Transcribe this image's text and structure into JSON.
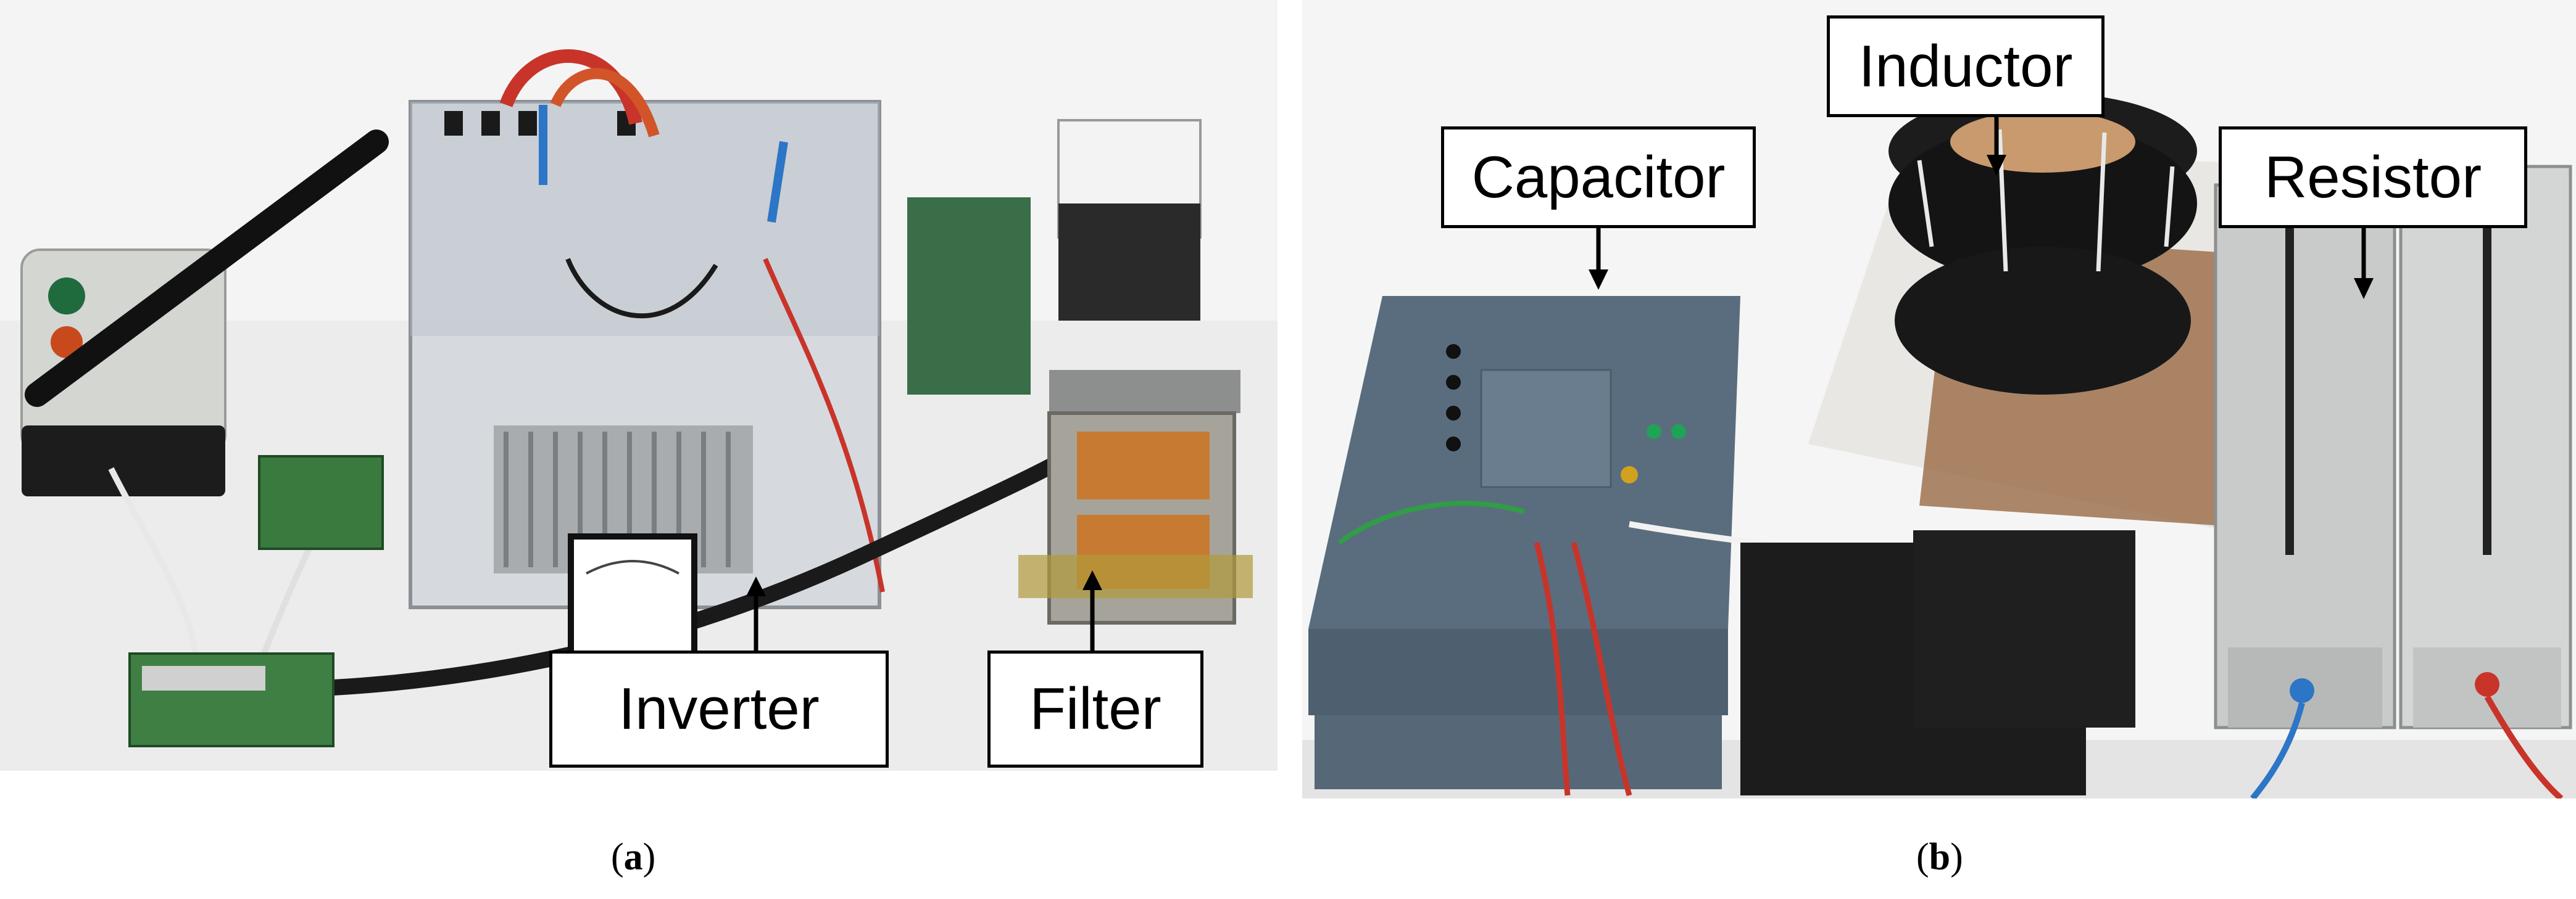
{
  "panel_a": {
    "labels": {
      "inverter": "Inverter",
      "filter": "Filter"
    },
    "caption": {
      "open": "(",
      "letter": "a",
      "close": ")"
    }
  },
  "panel_b": {
    "labels": {
      "capacitor": "Capacitor",
      "inductor": "Inductor",
      "resistor": "Resistor"
    },
    "caption": {
      "open": "(",
      "letter": "b",
      "close": ")"
    }
  },
  "colors": {
    "label_border": "#000000",
    "label_fill": "#ffffff",
    "cable_red": "#c8342a",
    "cable_black": "#1a1a1a",
    "enclosure_blue_gray": "#56697a",
    "transformer_copper": "#c77a32",
    "resistor_metal": "#bfc3c4"
  }
}
